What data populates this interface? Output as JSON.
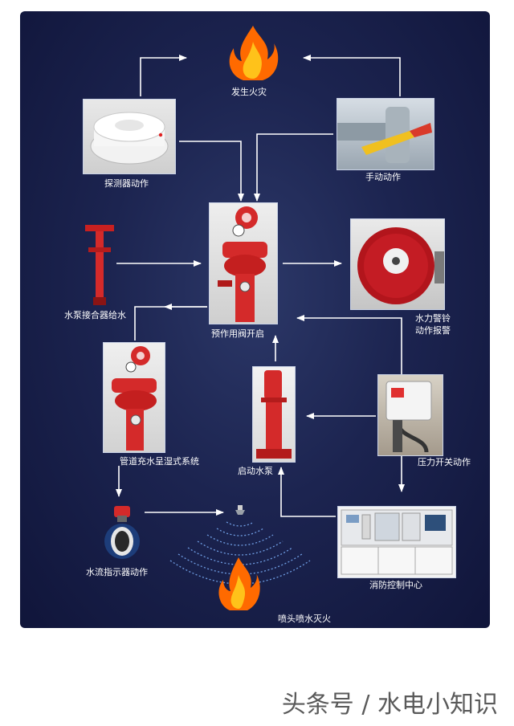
{
  "nodes": {
    "fire": "发生火灾",
    "detector": "探测器动作",
    "manual": "手动动作",
    "pump_connector": "水泵接合器给水",
    "preaction_valve": "预作用阀开启",
    "alarm_bell_line1": "水力警铃",
    "alarm_bell_line2": "动作报警",
    "pipe_filled": "管道充水呈湿式系统",
    "start_pump": "启动水泵",
    "pressure_switch": "压力开关动作",
    "flow_indicator": "水流指示器动作",
    "control_center": "消防控制中心",
    "sprinkler": "喷头喷水灭火"
  },
  "watermark": "头条号 / 水电小知识",
  "colors": {
    "panel": "#1c2450",
    "arrow": "#ffffff",
    "valve_red": "#d42a2a",
    "flame": "#ff7a10"
  }
}
